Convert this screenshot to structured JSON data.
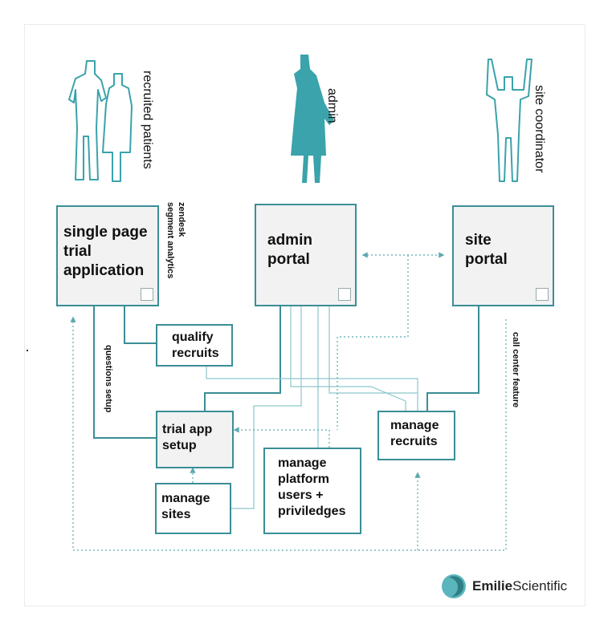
{
  "actors": {
    "patients": "recruited patients",
    "admin": "admin",
    "coordinator": "site coordinator"
  },
  "nodes": {
    "spa": "single page\ntrial\napplication",
    "admin_portal": "admin\nportal",
    "site_portal": "site\nportal",
    "qualify": "qualify\nrecruits",
    "trial_setup": "trial app\nsetup",
    "manage_sites": "manage\nsites",
    "manage_users": "manage\nplatform\nusers +\npriviledges",
    "manage_recruits": "manage\nrecruits"
  },
  "side_labels": {
    "zendesk": "zendesk",
    "segment": "segment analytics",
    "questions": "questions setup",
    "call_center": "call center feature"
  },
  "logo": {
    "bold": "Emilie",
    "regular": "Scientific"
  },
  "colors": {
    "teal": "#3a8e96",
    "teal_fill": "#3aa3ab",
    "light_line": "#8cc6cb"
  }
}
